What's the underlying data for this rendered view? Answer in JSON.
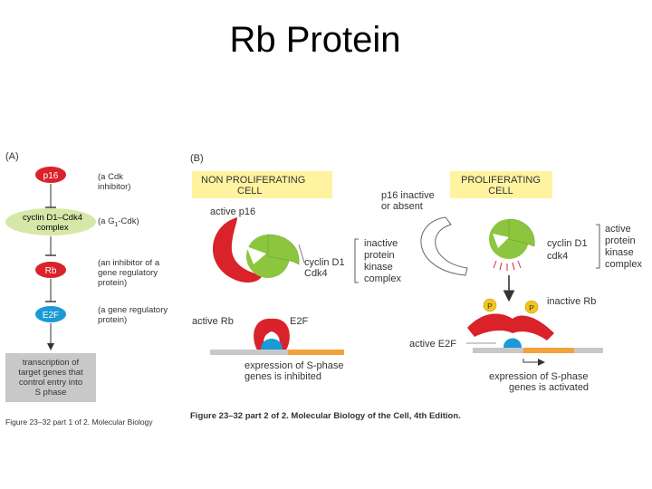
{
  "slide": {
    "title": "Rb Protein"
  },
  "panel_a": {
    "label": "(A)",
    "nodes": {
      "p16": "p16",
      "cyclin_line1": "cyclin D1–Cdk4",
      "cyclin_line2": "complex",
      "rb": "Rb",
      "e2f": "E2F"
    },
    "notes": {
      "p16_line1": "(a Cdk",
      "p16_line2": "inhibitor)",
      "cyclin_pre": "(a G",
      "cyclin_sub": "1",
      "cyclin_post": "-Cdk)",
      "rb_line1": "(an inhibitor of a",
      "rb_line2": "gene regulatory",
      "rb_line3": "protein)",
      "e2f_line1": "(a gene regulatory",
      "e2f_line2": "protein)"
    },
    "outcome": [
      "transcription of",
      "target genes that",
      "control entry into",
      "S phase"
    ],
    "caption": "Figure 23–32 part 1 of 2. Molecular Biology"
  },
  "panel_b": {
    "label": "(B)",
    "non_prolif_line1": "NON PROLIFERATING",
    "non_prolif_line2": "CELL",
    "prolif_line1": "PROLIFERATING",
    "prolif_line2": "CELL",
    "active_p16": "active p16",
    "p16_absent_line1": "p16 inactive",
    "p16_absent_line2": "or absent",
    "inactive_complex": [
      "inactive",
      "protein",
      "kinase",
      "complex"
    ],
    "cyclin_left": "cyclin D1",
    "cdk_left": "Cdk4",
    "cyclin_right": "cyclin D1",
    "cdk_right": "cdk4",
    "active_complex": [
      "active",
      "protein",
      "kinase",
      "complex"
    ],
    "active_rb": "active Rb",
    "e2f": "E2F",
    "inactive_rb": "inactive Rb",
    "active_e2f": "active E2F",
    "phospho": "P",
    "inhibited_line1": "expression of S-phase",
    "inhibited_line2": "genes is inhibited",
    "activated_line1": "expression of S-phase",
    "activated_line2": "genes is activated",
    "caption": "Figure 23–32 part 2 of 2. Molecular Biology of the Cell, 4th Edition."
  },
  "colors": {
    "p16_red": "#d9222a",
    "cyclin_green": "#8cc63f",
    "complex_oval": "#d6e8a8",
    "e2f_blue": "#1a9ad6",
    "yellow_box": "#fff3a0",
    "outcome_gray": "#c8c8c8",
    "gene_orange": "#f2a23a"
  }
}
